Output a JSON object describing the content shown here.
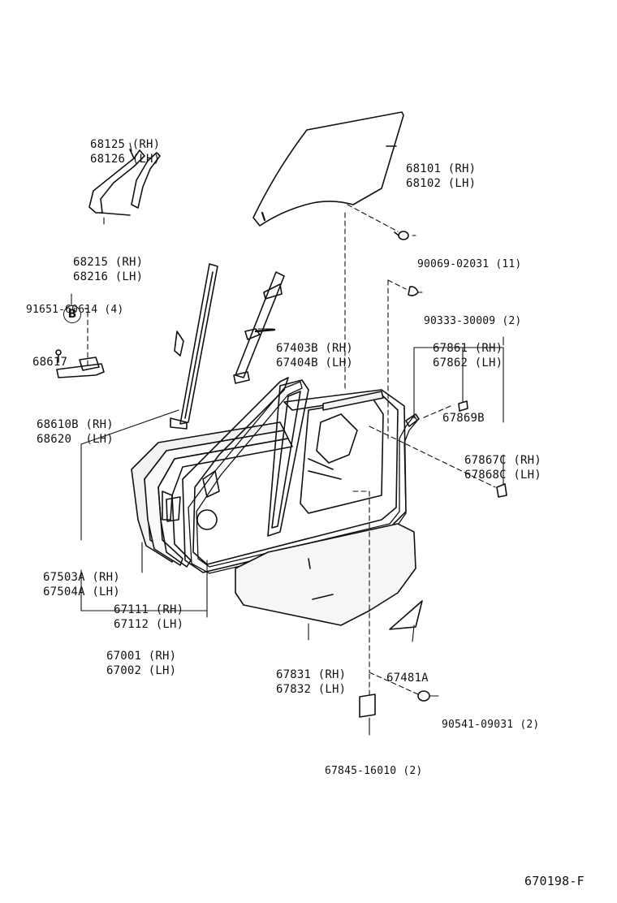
{
  "diagram": {
    "reference_code": "670198-F",
    "badge_letter": "B",
    "colors": {
      "ink": "#111111",
      "background": "#ffffff",
      "panel_fill": "#f2f2f2"
    },
    "parts": [
      {
        "id": "part-68125",
        "lines": [
          "68125 (RH)",
          "68126 (LH)"
        ]
      },
      {
        "id": "part-68215",
        "lines": [
          "68215 (RH)",
          "68216 (LH)"
        ]
      },
      {
        "id": "part-68101",
        "lines": [
          "68101 (RH)",
          "68102 (LH)"
        ]
      },
      {
        "id": "part-90069",
        "lines": [
          "90069-02031 (11)"
        ]
      },
      {
        "id": "part-91651",
        "lines": [
          "91651-60614 (4)"
        ]
      },
      {
        "id": "part-90333",
        "lines": [
          "90333-30009 (2)"
        ]
      },
      {
        "id": "part-67403b",
        "lines": [
          "67403B (RH)",
          "67404B (LH)"
        ]
      },
      {
        "id": "part-67861",
        "lines": [
          "67861 (RH)",
          "67862 (LH)"
        ]
      },
      {
        "id": "part-68617",
        "lines": [
          "68617"
        ]
      },
      {
        "id": "part-68610b",
        "lines": [
          "68610B (RH)",
          "68620  (LH)"
        ]
      },
      {
        "id": "part-67869b",
        "lines": [
          "67869B"
        ]
      },
      {
        "id": "part-67867c",
        "lines": [
          "67867C (RH)",
          "67868C (LH)"
        ]
      },
      {
        "id": "part-67503a",
        "lines": [
          "67503A (RH)",
          "67504A (LH)"
        ]
      },
      {
        "id": "part-67111",
        "lines": [
          "67111 (RH)",
          "67112 (LH)"
        ]
      },
      {
        "id": "part-67001",
        "lines": [
          "67001 (RH)",
          "67002 (LH)"
        ]
      },
      {
        "id": "part-67831",
        "lines": [
          "67831 (RH)",
          "67832 (LH)"
        ]
      },
      {
        "id": "part-67481a",
        "lines": [
          "67481A"
        ]
      },
      {
        "id": "part-90541",
        "lines": [
          "90541-09031 (2)"
        ]
      },
      {
        "id": "part-67845",
        "lines": [
          "67845-16010 (2)"
        ]
      }
    ]
  }
}
